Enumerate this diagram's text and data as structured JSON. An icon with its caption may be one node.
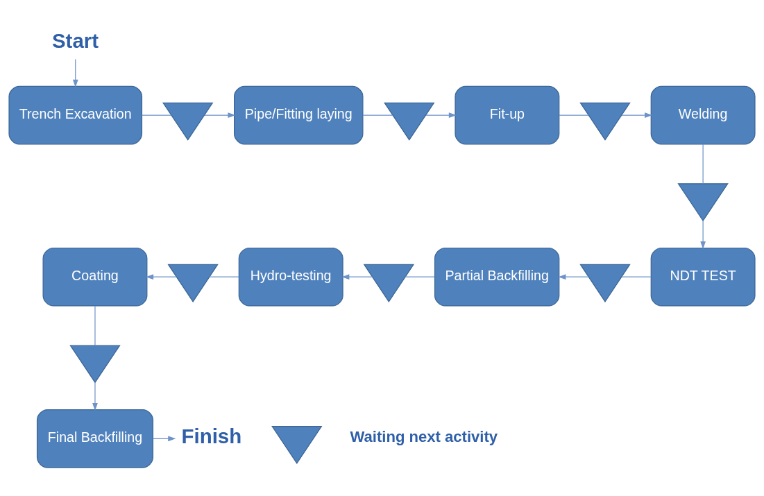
{
  "diagram": {
    "nodes": [
      {
        "text": [
          "Start"
        ]
      },
      {
        "text": [
          "Trench Excavation"
        ]
      },
      {
        "text": [],
        "shape": "triangle"
      },
      {
        "text": [
          "Pipe/Fitting laying"
        ]
      },
      {
        "text": [],
        "shape": "triangle"
      },
      {
        "text": [
          "Fit-up"
        ]
      },
      {
        "text": [],
        "shape": "triangle"
      },
      {
        "text": [
          "Welding"
        ]
      },
      {
        "text": [],
        "shape": "triangle"
      },
      {
        "text": [
          "Coating"
        ]
      },
      {
        "text": [],
        "shape": "triangle"
      },
      {
        "text": [
          "Hydro-testing"
        ]
      },
      {
        "text": [],
        "shape": "triangle"
      },
      {
        "text": [
          "Partial Backfilling"
        ]
      },
      {
        "text": [],
        "shape": "triangle"
      },
      {
        "text": [
          "NDT TEST"
        ]
      },
      {
        "text": [],
        "shape": "triangle"
      },
      {
        "text": [
          "Final Backfilling"
        ]
      },
      {
        "text": [
          "Finish"
        ]
      },
      {
        "text": [],
        "shape": "triangle"
      }
    ],
    "edges": [
      {
        "from": 0,
        "to": 1,
        "arrow": "to"
      },
      {
        "from": 1,
        "to": 2,
        "arrow": "none"
      },
      {
        "from": 2,
        "to": 3,
        "arrow": "to"
      },
      {
        "from": 3,
        "to": 4,
        "arrow": "none"
      },
      {
        "from": 4,
        "to": 5,
        "arrow": "to"
      },
      {
        "from": 5,
        "to": 6,
        "arrow": "none"
      },
      {
        "from": 6,
        "to": 7,
        "arrow": "to"
      },
      {
        "from": 7,
        "to": 8,
        "arrow": "none"
      },
      {
        "from": 8,
        "to": 15,
        "arrow": "to"
      },
      {
        "from": 15,
        "to": 14,
        "arrow": "none"
      },
      {
        "from": 14,
        "to": 13,
        "arrow": "to"
      },
      {
        "from": 13,
        "to": 12,
        "arrow": "none"
      },
      {
        "from": 12,
        "to": 11,
        "arrow": "to"
      },
      {
        "from": 11,
        "to": 10,
        "arrow": "none"
      },
      {
        "from": 10,
        "to": 9,
        "arrow": "to"
      },
      {
        "from": 9,
        "to": 16,
        "arrow": "none"
      },
      {
        "from": 16,
        "to": 17,
        "arrow": "to"
      },
      {
        "from": 17,
        "to": 18,
        "arrow": "to"
      }
    ],
    "legend": [
      {
        "text": "Waiting next activity"
      }
    ]
  }
}
